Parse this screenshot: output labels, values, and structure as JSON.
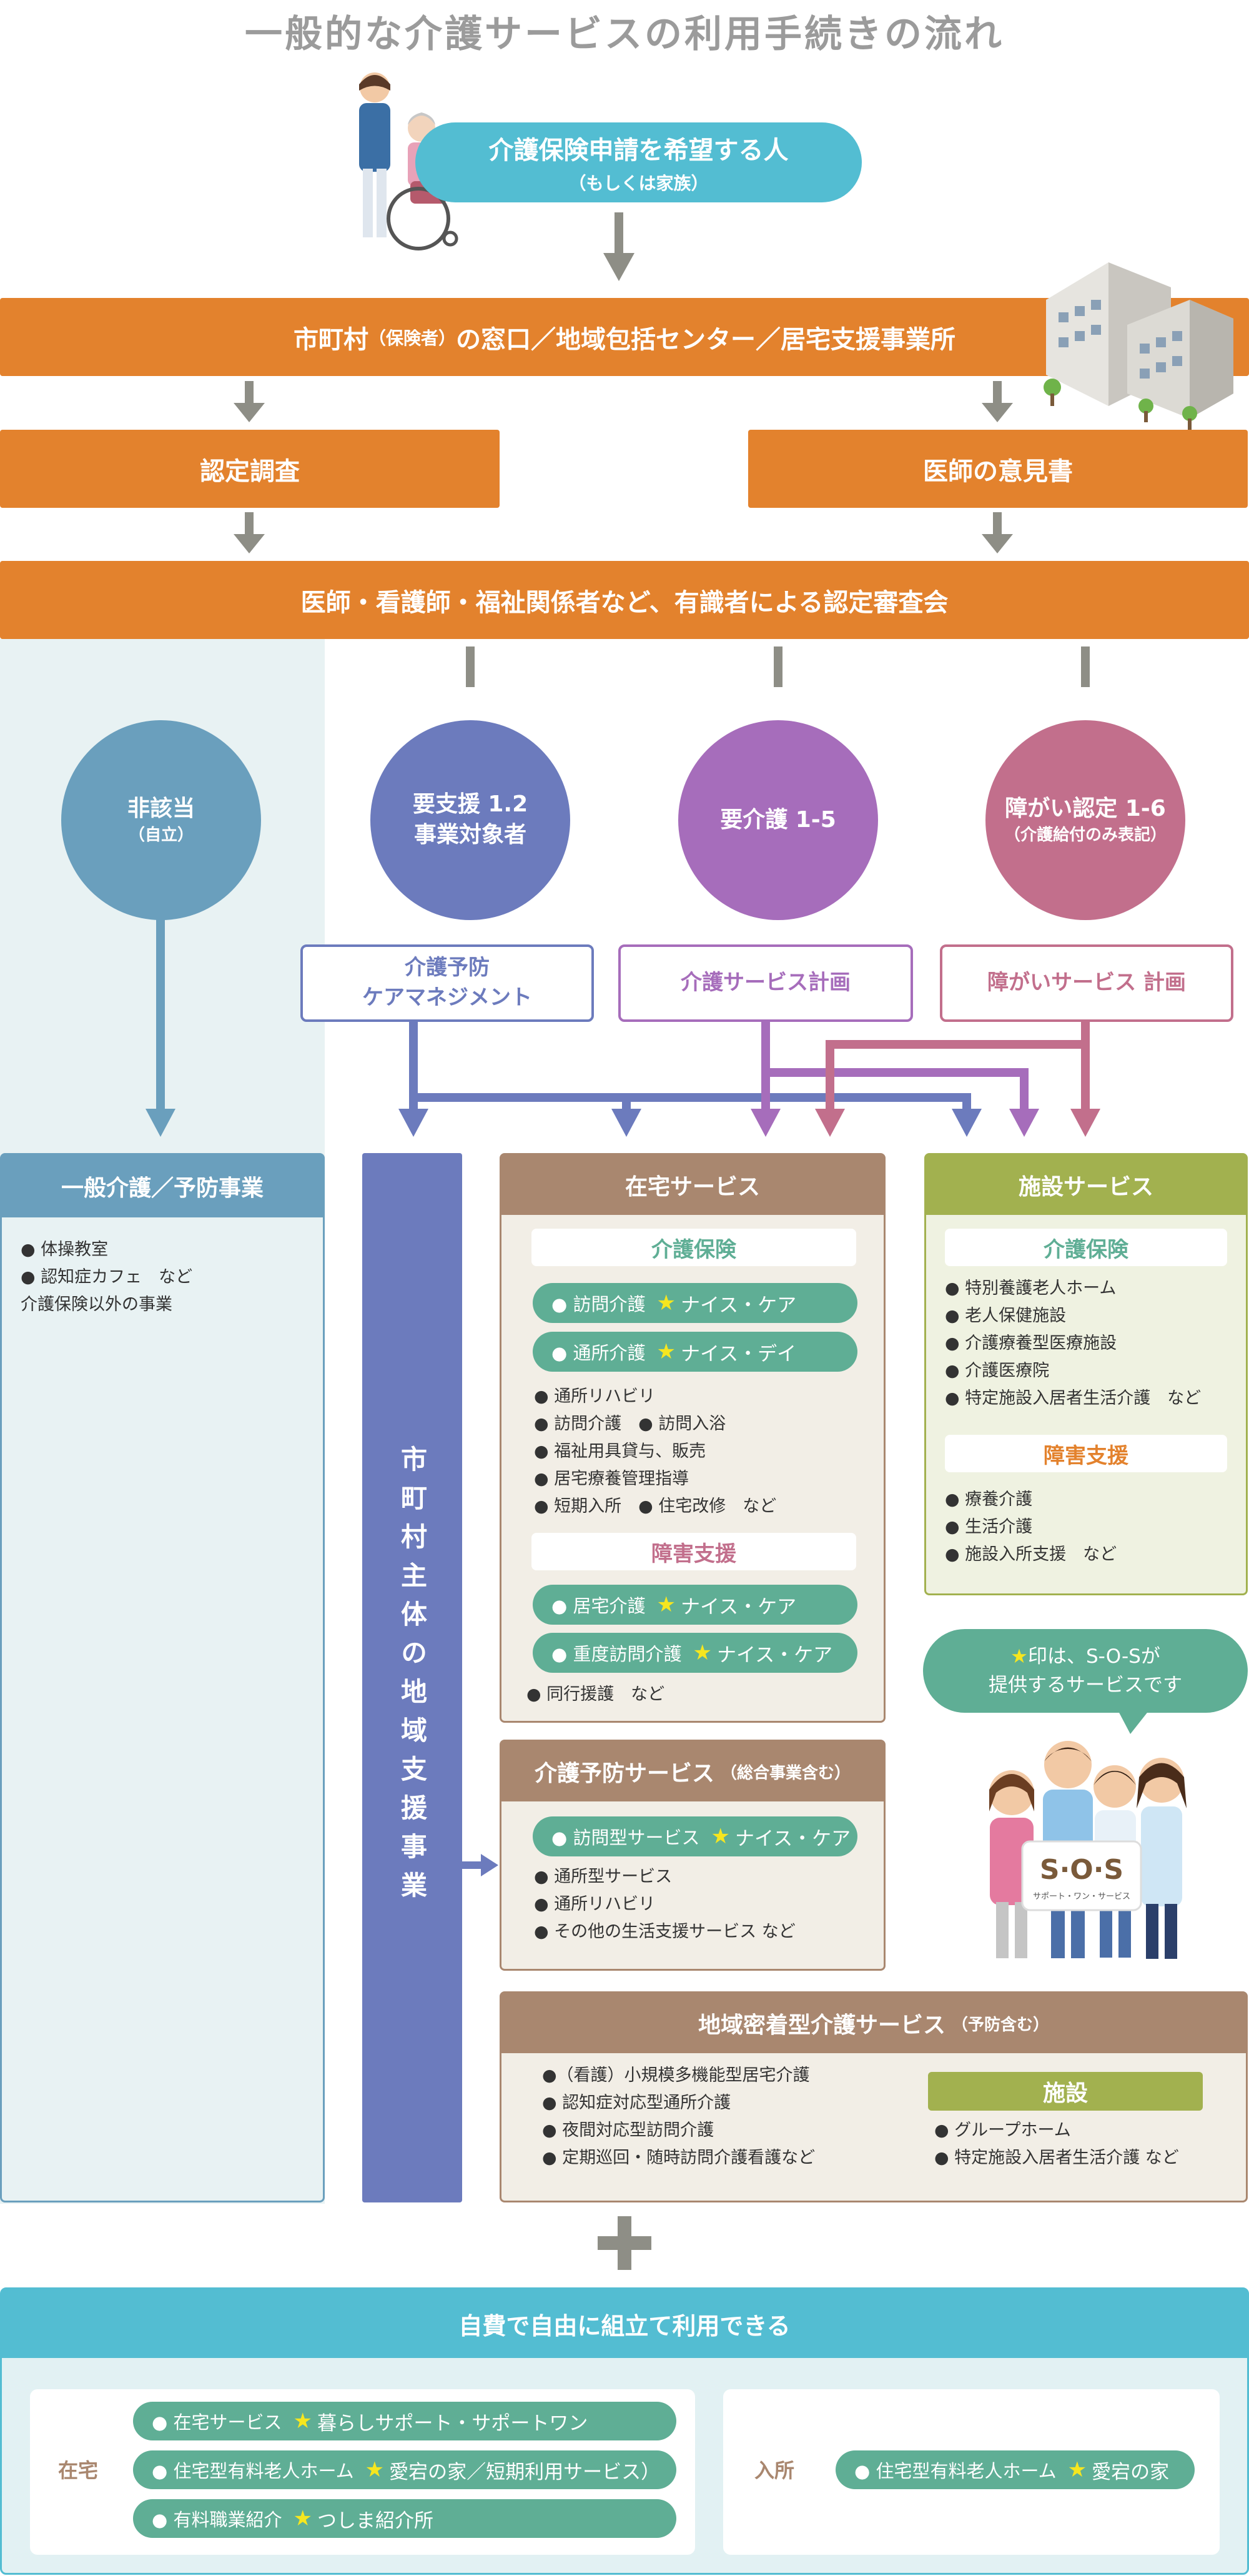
{
  "title": "一般的な介護サービスの利用手続きの流れ",
  "applicant": {
    "line1": "介護保険申請を希望する人",
    "line2": "（もしくは家族）"
  },
  "window_bar": {
    "main": "市町村",
    "small": "（保険者）",
    "rest": "の窓口／地域包括センター／居宅支援事業所"
  },
  "steps": {
    "survey": "認定調査",
    "doctor": "医師の意見書",
    "committee": "医師・看護師・福祉関係者など、有識者による認定審査会"
  },
  "circles": [
    {
      "line1": "非該当",
      "line2": "（自立）",
      "color": "#6a9fbd"
    },
    {
      "line1": "要支援 1.2",
      "line2": "事業対象者",
      "color": "#6c7bbd"
    },
    {
      "line1": "要介護 1-5",
      "line2": "",
      "color": "#a66dbb"
    },
    {
      "line1": "障がい認定 1-6",
      "line2": "（介護給付のみ表記）",
      "color": "#c26f8c"
    }
  ],
  "plans": {
    "prevention": {
      "line1": "介護予防",
      "line2": "ケアマネジメント",
      "color": "#6c7bbd"
    },
    "care": {
      "label": "介護サービス計画",
      "color": "#a66dbb"
    },
    "disability": {
      "label": "障がいサービス 計画",
      "color": "#c26f8c"
    }
  },
  "general": {
    "title": "一般介護／予防事業",
    "items": [
      "● 体操教室",
      "● 認知症カフェ　など",
      "介護保険以外の事業"
    ]
  },
  "municipal": {
    "label": "市町村主体の地域支援事業"
  },
  "home_service": {
    "title": "在宅サービス",
    "insurance_title": "介護保険",
    "pills": [
      {
        "text": "● 訪問介護",
        "star_text": "ナイス・ケア"
      },
      {
        "text": "● 通所介護",
        "star_text": "ナイス・デイ"
      }
    ],
    "items": [
      "● 通所リハビリ",
      "● 訪問介護　● 訪問入浴",
      "● 福祉用具貸与、販売",
      "● 居宅療養管理指導",
      "● 短期入所　● 住宅改修　など"
    ],
    "disability_title": "障害支援",
    "disability_pills": [
      {
        "text": "● 居宅介護",
        "star_text": "ナイス・ケア"
      },
      {
        "text": "● 重度訪問介護",
        "star_text": "ナイス・ケア"
      }
    ],
    "disability_items": [
      "● 同行援護　など"
    ]
  },
  "facility_service": {
    "title": "施設サービス",
    "insurance_title": "介護保険",
    "items": [
      "● 特別養護老人ホーム",
      "● 老人保健施設",
      "● 介護療養型医療施設",
      "● 介護医療院",
      "● 特定施設入居者生活介護　など"
    ],
    "disability_title": "障害支援",
    "disability_items": [
      "● 療養介護",
      "● 生活介護",
      "● 施設入所支援　など"
    ]
  },
  "speech": {
    "line1_suffix": "印は、S-O-Sが",
    "line2": "提供するサービスです"
  },
  "sos_logo": {
    "main": "S·O·S",
    "sub": "サポート・ワン・サービス"
  },
  "prevention_service": {
    "title": "介護予防サービス",
    "title_small": "（総合事業含む）",
    "pills": [
      {
        "text": "● 訪問型サービス",
        "star_text": "ナイス・ケア"
      }
    ],
    "items": [
      "● 通所型サービス",
      "● 通所リハビリ",
      "● その他の生活支援サービス など"
    ]
  },
  "community": {
    "title": "地域密着型介護サービス",
    "title_small": "（予防含む）",
    "items": [
      "●（看護）小規模多機能型居宅介護",
      "● 認知症対応型通所介護",
      "● 夜間対応型訪問介護",
      "● 定期巡回・随時訪問介護看護など"
    ],
    "facility_label": "施設",
    "facility_items": [
      "● グループホーム",
      "● 特定施設入居者生活介護 など"
    ]
  },
  "self_pay": {
    "title": "自費で自由に組立て利用できる",
    "home_label": "在宅",
    "home_pills": [
      {
        "text": "● 在宅サービス",
        "star_text": "暮らしサポート・サポートワン"
      },
      {
        "text": "● 住宅型有料老人ホーム",
        "star_text": "愛宕の家／短期利用サービス）"
      },
      {
        "text": "● 有料職業紹介",
        "star_text": "つしま紹介所"
      }
    ],
    "admission_label": "入所",
    "admission_pills": [
      {
        "text": "● 住宅型有料老人ホーム",
        "star_text": "愛宕の家"
      }
    ]
  },
  "colors": {
    "orange": "#e3822d",
    "teal": "#53bdd2",
    "gray_arrow": "#8e8e86",
    "brown": "#a9876f",
    "olive": "#a2b14f",
    "green_pill": "#5fae95",
    "star": "#f6e61f"
  },
  "icons": [
    "caregiver-wheelchair-illustration",
    "building-illustration",
    "staff-group-illustration",
    "plus-icon",
    "star-icon"
  ]
}
